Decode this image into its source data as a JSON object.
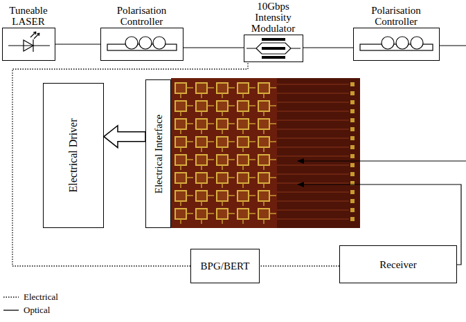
{
  "diagram": {
    "nodes": [
      {
        "text": [
          "Tuneable LASER"
        ]
      },
      {
        "text": [
          "Polarisation Controller"
        ]
      },
      {
        "text": [
          "10Gbps Intensity Modulator"
        ]
      },
      {
        "text": [
          "Polarisation Controller"
        ]
      },
      {
        "text": [
          "Electrical Driver"
        ]
      },
      {
        "text": [
          "Electrical Interface"
        ]
      },
      {
        "text": [
          "BPG/BERT"
        ]
      },
      {
        "text": [
          "Receiver"
        ]
      }
    ],
    "edges": [
      {
        "from": 0,
        "to": 1,
        "arrow": "none"
      },
      {
        "from": 1,
        "to": 2,
        "arrow": "none"
      },
      {
        "from": 2,
        "to": 3,
        "arrow": "none"
      },
      {
        "from": 5,
        "to": 4,
        "arrow": "to"
      },
      {
        "from": 6,
        "to": 2,
        "arrow": "none"
      },
      {
        "from": 7,
        "to": 6,
        "arrow": "none"
      }
    ],
    "legend": [
      {
        "text": "Electrical"
      },
      {
        "text": "Optical"
      }
    ]
  }
}
